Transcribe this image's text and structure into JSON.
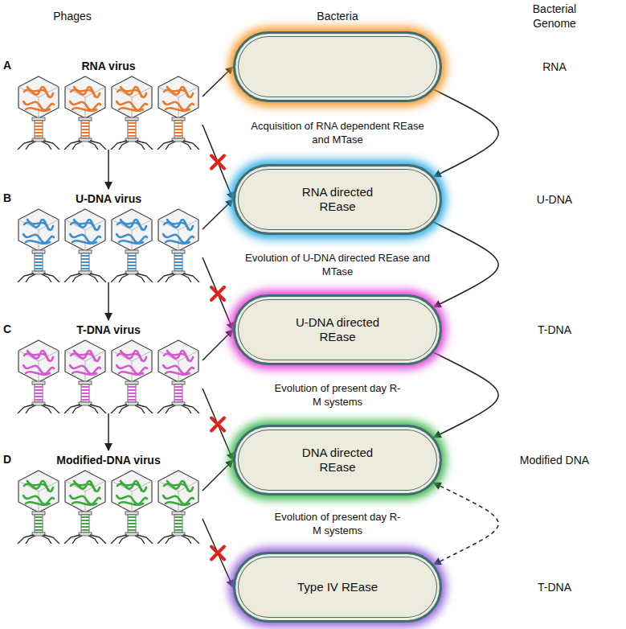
{
  "diagram": {
    "nodes": [
      {
        "text": [
          "RNA virus"
        ]
      },
      {
        "text": [
          "U-DNA virus"
        ]
      },
      {
        "text": [
          "T-DNA virus"
        ]
      },
      {
        "text": [
          "Modified-DNA virus"
        ]
      },
      {
        "text": []
      },
      {
        "text": [
          "RNA directed REase"
        ]
      },
      {
        "text": [
          "U-DNA directed REase"
        ]
      },
      {
        "text": [
          "DNA directed REase"
        ]
      },
      {
        "text": [
          "Type IV REase"
        ]
      }
    ],
    "edges": [
      {
        "from": 0,
        "to": 4,
        "arrow": "to"
      },
      {
        "from": 0,
        "to": 5,
        "arrow": "to"
      },
      {
        "from": 0,
        "to": 1,
        "arrow": "to"
      },
      {
        "from": 1,
        "to": 5,
        "arrow": "to"
      },
      {
        "from": 1,
        "to": 6,
        "arrow": "to"
      },
      {
        "from": 1,
        "to": 2,
        "arrow": "to"
      },
      {
        "from": 2,
        "to": 6,
        "arrow": "to"
      },
      {
        "from": 2,
        "to": 7,
        "arrow": "to"
      },
      {
        "from": 2,
        "to": 3,
        "arrow": "to"
      },
      {
        "from": 3,
        "to": 7,
        "arrow": "to"
      },
      {
        "from": 3,
        "to": 8,
        "arrow": "to"
      },
      {
        "from": 4,
        "to": 5,
        "arrow": "to"
      },
      {
        "from": 5,
        "to": 6,
        "arrow": "to"
      },
      {
        "from": 6,
        "to": 7,
        "arrow": "to"
      },
      {
        "from": 7,
        "to": 8,
        "arrow": "both"
      }
    ],
    "labels": [
      "Phages",
      "Bacteria",
      "Bacterial Genome",
      "A",
      "RNA",
      "Acquisition of RNA dependent REase and MTase",
      "B",
      "U-DNA",
      "Evolution of U-DNA directed REase and MTase",
      "C",
      "T-DNA",
      "Evolution of present day R-M systems",
      "D",
      "Modified DNA",
      "Evolution of present day R-M systems",
      "T-DNA"
    ]
  }
}
